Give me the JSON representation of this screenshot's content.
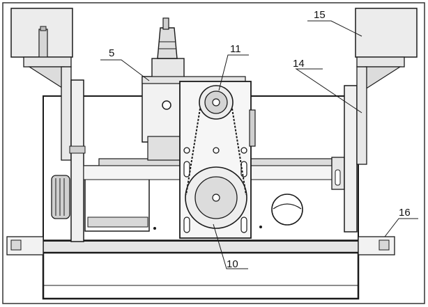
{
  "figure": {
    "labels": {
      "part_5": "5",
      "part_10": "10",
      "part_11": "11",
      "part_14": "14",
      "part_15": "15",
      "part_16": "16"
    }
  },
  "colors": {
    "line": "#1a1a1a",
    "fill_light": "#e6e6e6",
    "fill_mid": "#cfcfcf",
    "fill_dark": "#9a9a9a",
    "background": "#ffffff"
  }
}
